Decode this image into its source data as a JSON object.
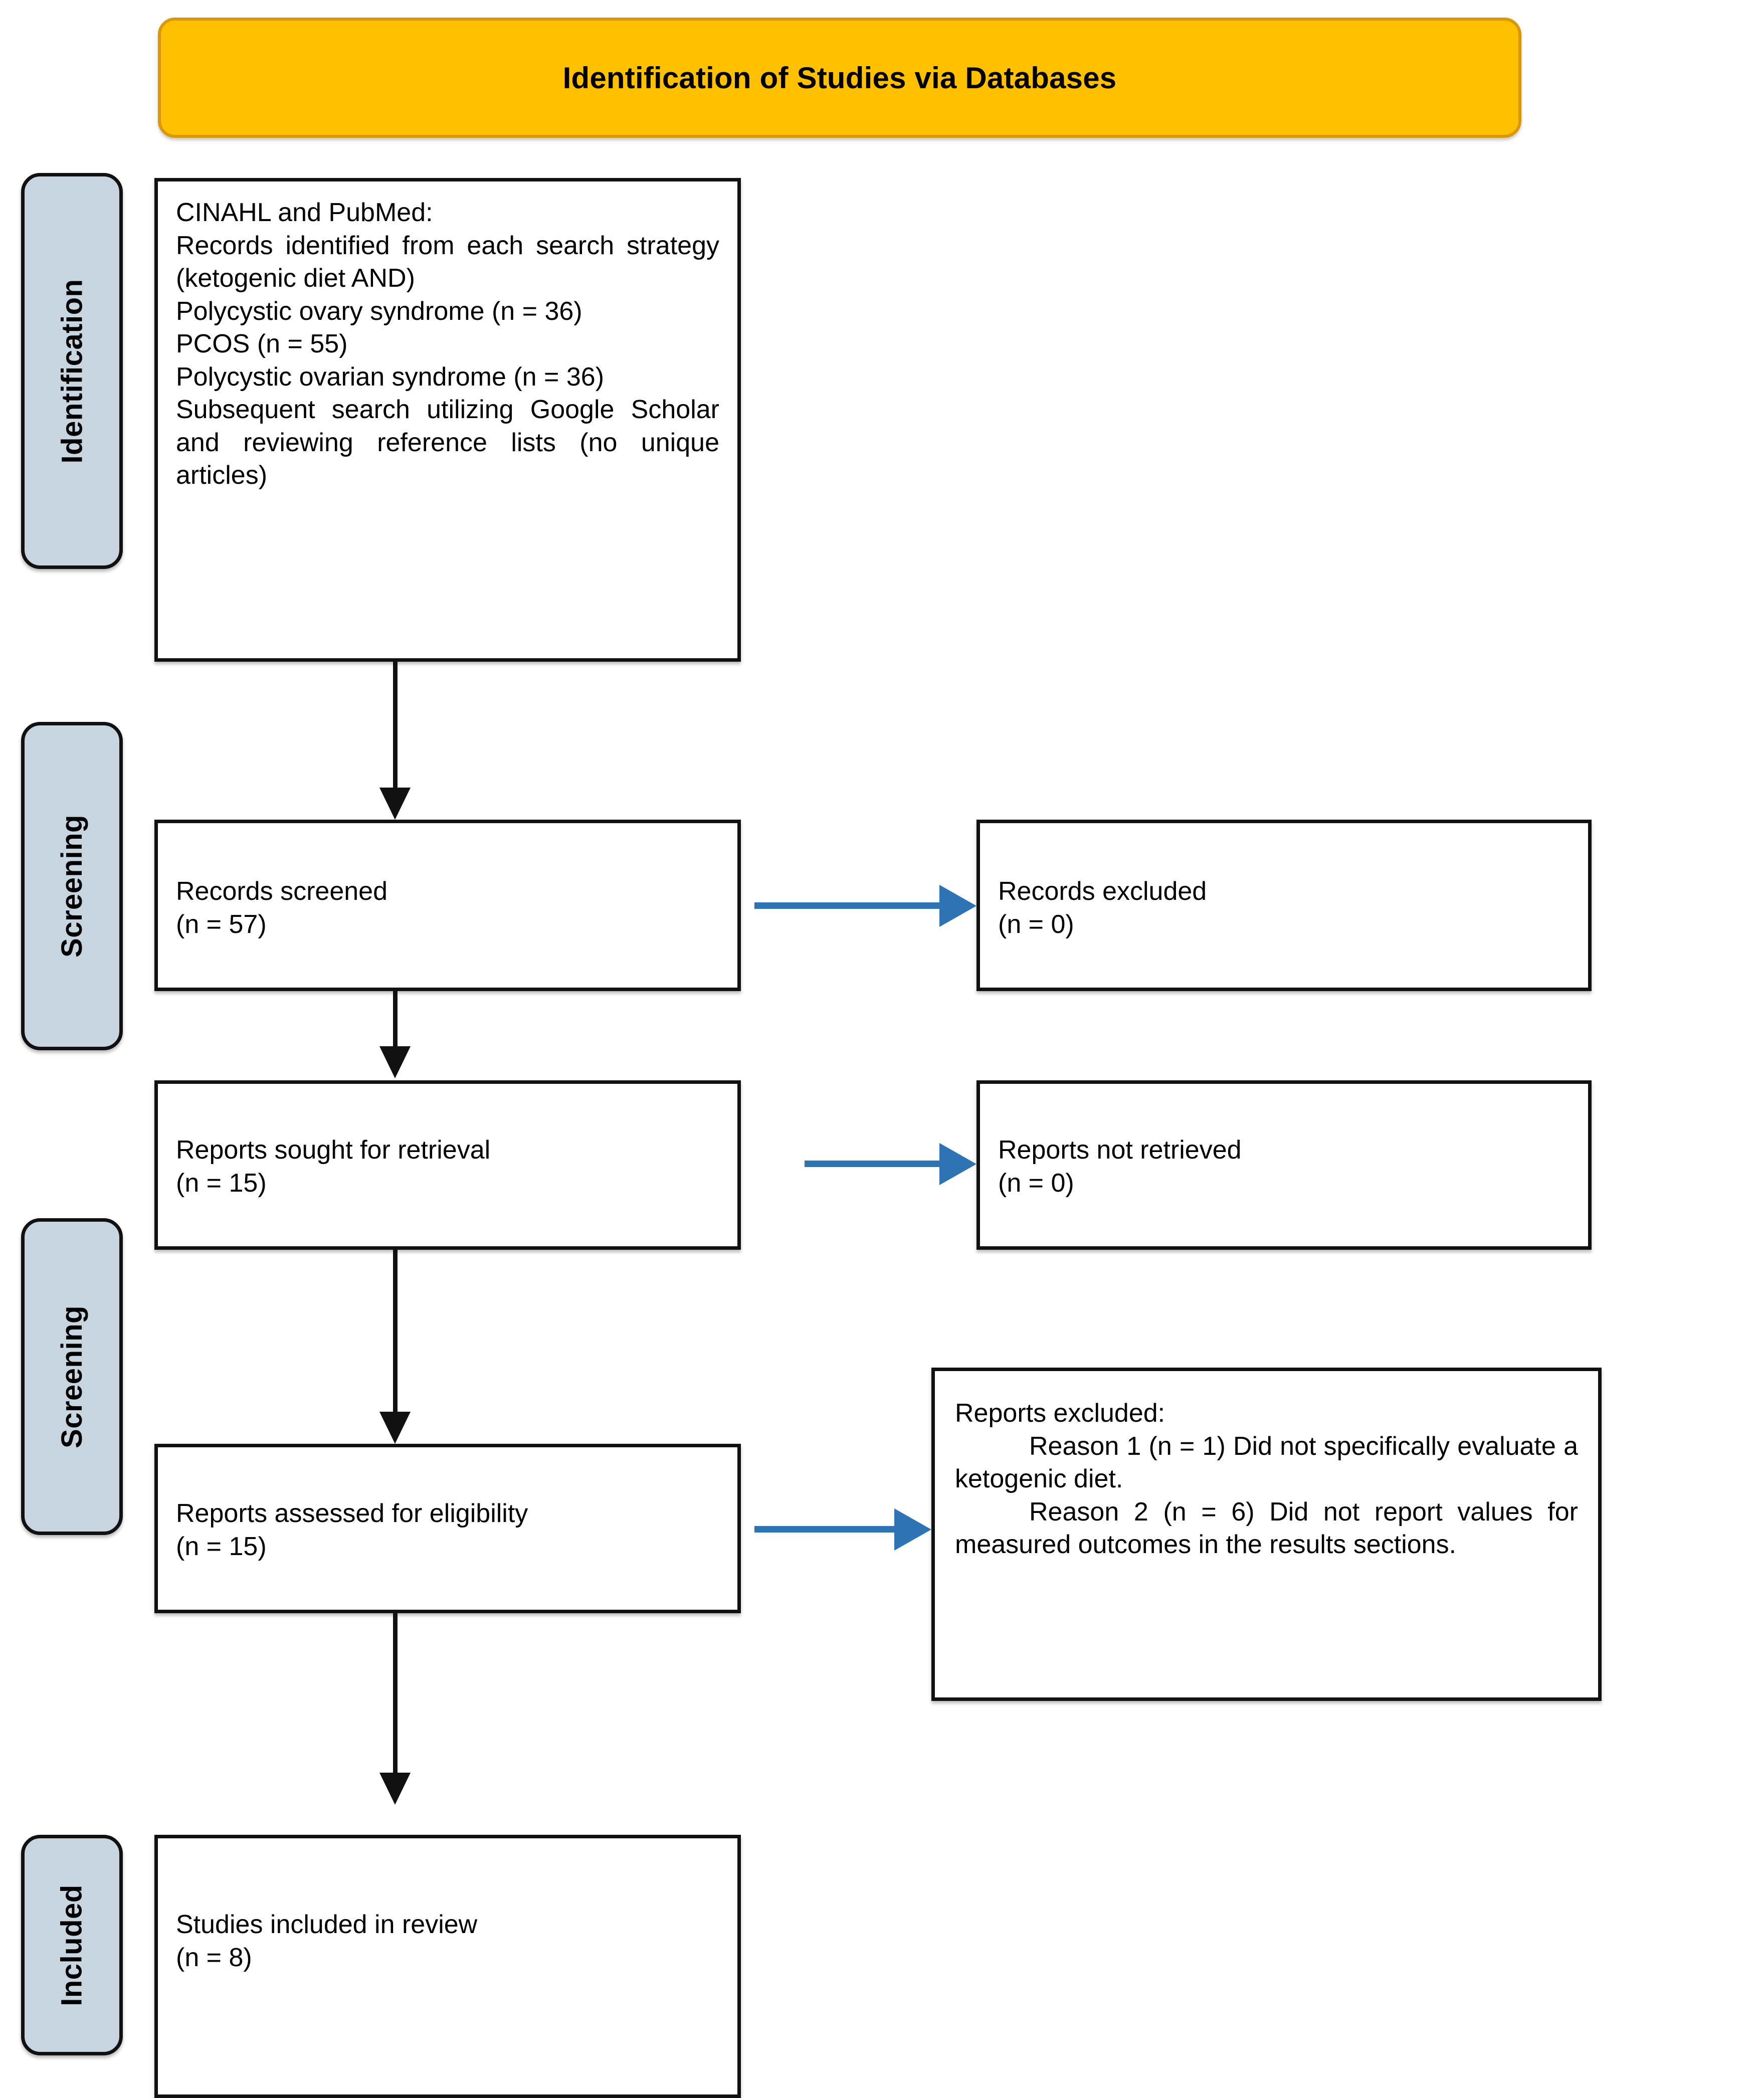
{
  "header": {
    "title": "Identification of Studies via Databases",
    "fill_color": "#FFC000",
    "border_color": "#D9970B"
  },
  "colors": {
    "stage_fill": "#C7D5E1",
    "box_border": "#111111",
    "flow_arrow": "#2E74B5",
    "page_background": "#FFFFFF"
  },
  "stages": [
    {
      "key": "identification",
      "label": "Identification"
    },
    {
      "key": "screening_1",
      "label": "Screening"
    },
    {
      "key": "screening_2",
      "label": "Screening"
    },
    {
      "key": "included",
      "label": "Included"
    }
  ],
  "boxes": {
    "identification_sources": {
      "lines": [
        "CINAHL and PubMed:",
        "Records identified from each search strategy (ketogenic diet AND)",
        "Polycystic ovary syndrome (n = 36)",
        "PCOS (n = 55)",
        "Polycystic ovarian syndrome (n = 36)",
        "Subsequent search utilizing Google Scholar and reviewing reference lists (no unique articles)"
      ]
    },
    "records_screened": {
      "label": "Records screened",
      "count": "(n = 57)"
    },
    "records_excluded": {
      "label": "Records excluded",
      "count": "(n = 0)"
    },
    "reports_sought": {
      "label": "Reports sought for retrieval",
      "count": "(n = 15)"
    },
    "reports_not_retrieved": {
      "label": "Reports not retrieved",
      "count": "(n = 0)"
    },
    "reports_assessed": {
      "label": "Reports assessed for eligibility",
      "count": "(n = 15)"
    },
    "reports_excluded": {
      "title": "Reports excluded:",
      "reason_1": "Reason 1 (n = 1) Did not specifically evaluate a ketogenic diet.",
      "reason_2": "Reason 2 (n = 6) Did not report values for measured outcomes in the results sections."
    },
    "studies_included": {
      "label": "Studies included in review",
      "count": "(n = 8)"
    }
  }
}
